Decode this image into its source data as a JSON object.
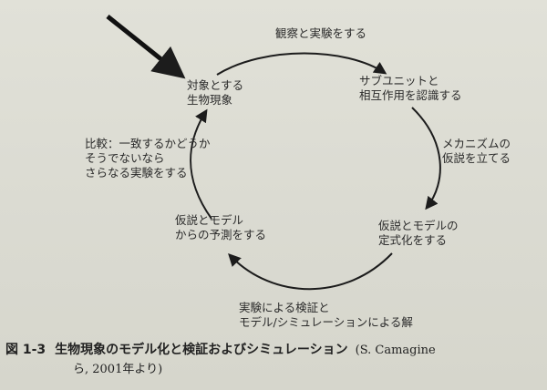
{
  "diagram": {
    "nodes": [
      {
        "id": "target",
        "lines": [
          "対象とする",
          "生物現象"
        ]
      },
      {
        "id": "subunit",
        "lines": [
          "サブユニットと",
          "相互作用を認識する"
        ]
      },
      {
        "id": "hypothesis_model",
        "lines": [
          "仮説とモデルの",
          "定式化をする"
        ]
      },
      {
        "id": "predict",
        "lines": [
          "仮説とモデル",
          "からの予測をする"
        ]
      },
      {
        "id": "compare",
        "lines": [
          "比較：一致するかどうか",
          "そうでないなら",
          "さらなる実験をする"
        ]
      }
    ],
    "edge_labels": {
      "observe": [
        "観察と実験をする"
      ],
      "mechanism": [
        "メカニズムの",
        "仮説を立てる"
      ],
      "verify": [
        "実験による検証と",
        "モデル/シミュレーションによる解"
      ]
    }
  },
  "caption": {
    "figure_number": "図 1-3",
    "title": "生物現象のモデル化と検証およびシミュレーション",
    "citation_line1": "(S. Camagine",
    "citation_line2": "ら, 2001年より)"
  }
}
